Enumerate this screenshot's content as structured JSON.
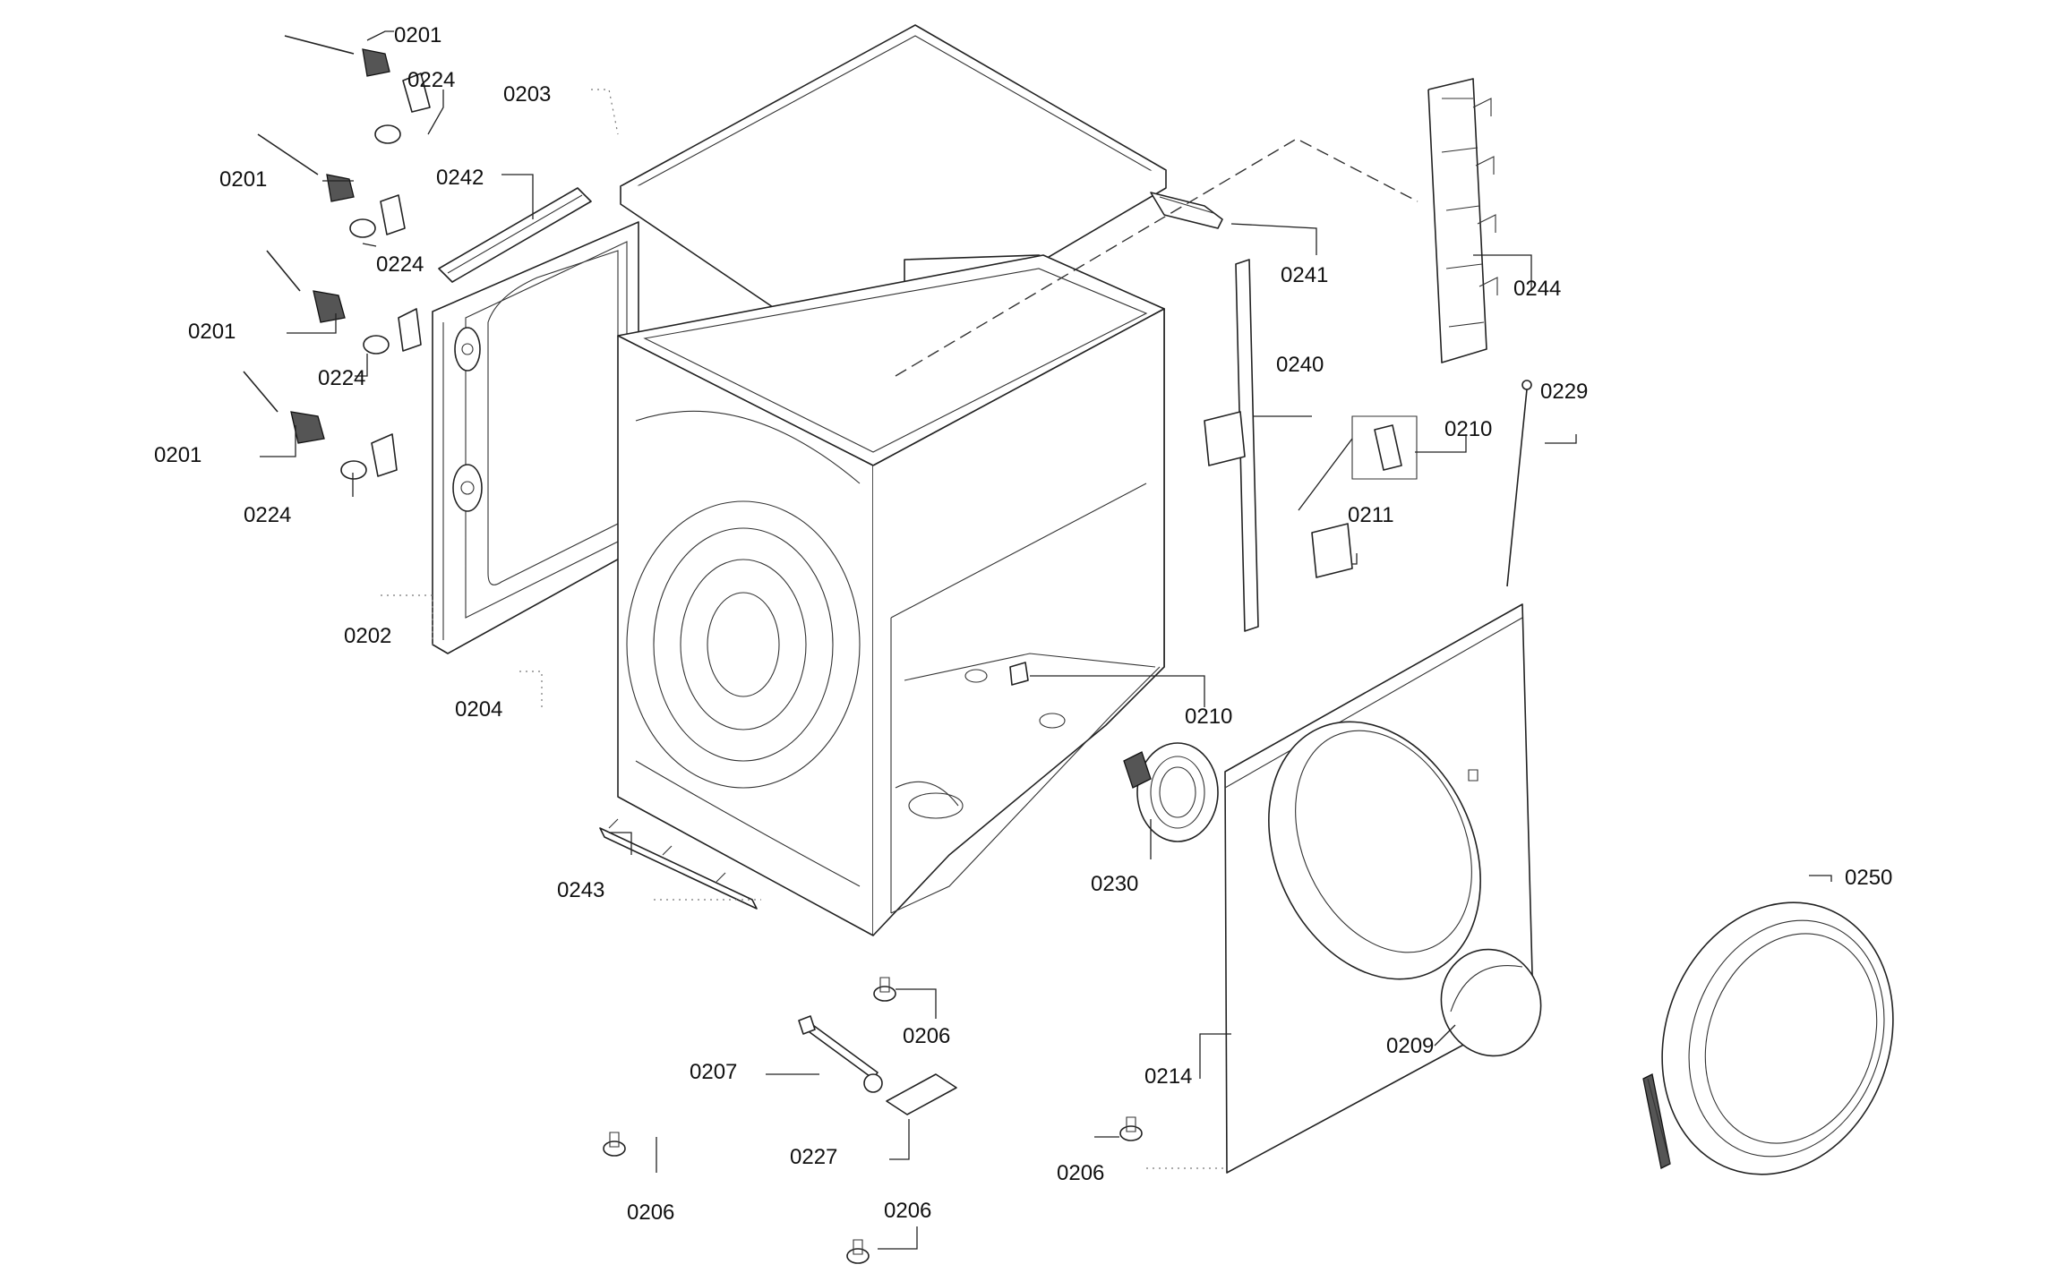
{
  "diagram": {
    "background": "#ffffff",
    "line_color": "#222222",
    "labels": [
      {
        "id": "l0201a",
        "text": "0201"
      },
      {
        "id": "l0224a",
        "text": "0224"
      },
      {
        "id": "l0203",
        "text": "0203"
      },
      {
        "id": "l0201b",
        "text": "0201"
      },
      {
        "id": "l0242",
        "text": "0242"
      },
      {
        "id": "l0224b",
        "text": "0224"
      },
      {
        "id": "l0201c",
        "text": "0201"
      },
      {
        "id": "l0224c",
        "text": "0224"
      },
      {
        "id": "l0201d",
        "text": "0201"
      },
      {
        "id": "l0224d",
        "text": "0224"
      },
      {
        "id": "l0202",
        "text": "0202"
      },
      {
        "id": "l0204",
        "text": "0204"
      },
      {
        "id": "l0241",
        "text": "0241"
      },
      {
        "id": "l0244",
        "text": "0244"
      },
      {
        "id": "l0240",
        "text": "0240"
      },
      {
        "id": "l0229",
        "text": "0229"
      },
      {
        "id": "l0210a",
        "text": "0210"
      },
      {
        "id": "l0211",
        "text": "0211"
      },
      {
        "id": "l0210b",
        "text": "0210"
      },
      {
        "id": "l0230",
        "text": "0230"
      },
      {
        "id": "l0243",
        "text": "0243"
      },
      {
        "id": "l0250",
        "text": "0250"
      },
      {
        "id": "l0206a",
        "text": "0206"
      },
      {
        "id": "l0207",
        "text": "0207"
      },
      {
        "id": "l0214",
        "text": "0214"
      },
      {
        "id": "l0209",
        "text": "0209"
      },
      {
        "id": "l0227",
        "text": "0227"
      },
      {
        "id": "l0206b",
        "text": "0206"
      },
      {
        "id": "l0206c",
        "text": "0206"
      },
      {
        "id": "l0206d",
        "text": "0206"
      }
    ]
  }
}
